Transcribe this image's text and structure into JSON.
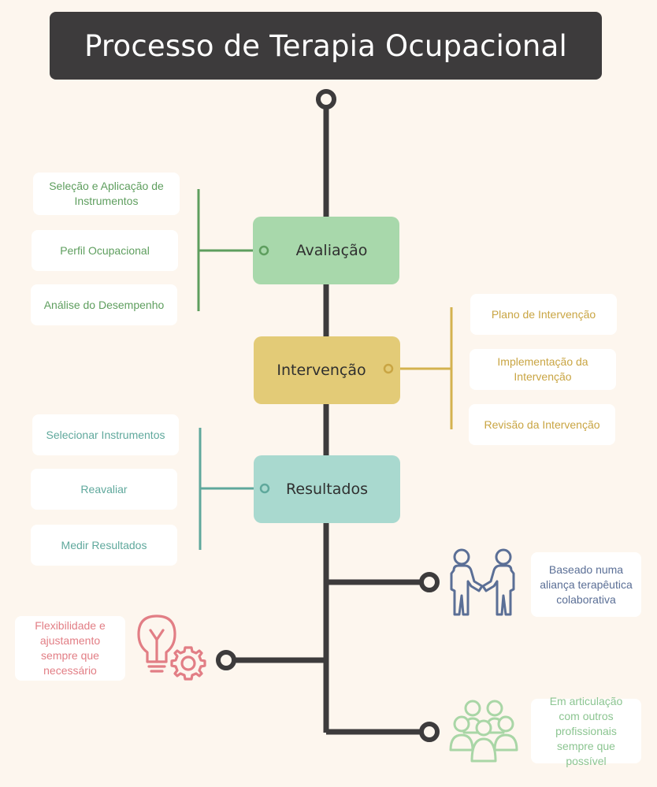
{
  "title": "Processo de Terapia Ocupacional",
  "colors": {
    "dark": "#3d3b3c",
    "avaliacao": "#a8d8ab",
    "intervencao": "#e3cb77",
    "resultados": "#a9d9cf",
    "blue": "#5b6f96",
    "pink": "#e27e85",
    "light_green": "#a9d6a6"
  },
  "stages": {
    "avaliacao": {
      "label": "Avaliação",
      "items": [
        "Seleção e Aplicação de Instrumentos",
        "Perfil Ocupacional",
        "Análise do Desempenho"
      ]
    },
    "intervencao": {
      "label": "Intervenção",
      "items": [
        "Plano de Intervenção",
        "Implementação da Intervenção",
        "Revisão da Intervenção"
      ]
    },
    "resultados": {
      "label": "Resultados",
      "items": [
        "Selecionar Instrumentos",
        "Reavaliar",
        "Medir Resultados"
      ]
    }
  },
  "principles": [
    {
      "text": "Baseado numa aliança terapêutica colaborativa",
      "icon": "handshake-icon"
    },
    {
      "text": "Flexibilidade e ajustamento sempre que necessário",
      "icon": "lightbulb-gear-icon"
    },
    {
      "text": "Em articulação com outros profissionais sempre que possível",
      "icon": "team-icon"
    }
  ]
}
